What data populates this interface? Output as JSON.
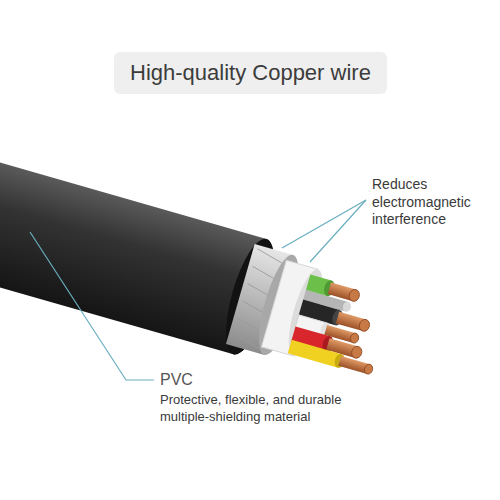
{
  "diagram": {
    "title": "High-quality Copper wire",
    "labels": [
      "Reduces electromagnetic interference",
      "PVC",
      "Protective, flexible, and durable multiple-shielding material"
    ]
  }
}
